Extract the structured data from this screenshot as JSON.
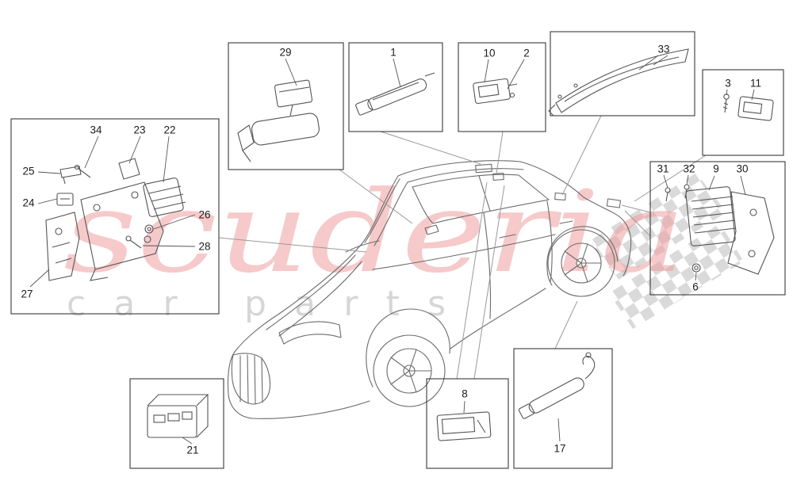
{
  "watermark": {
    "brand_text": "scuderia",
    "sub_text": "car parts",
    "brand_color": "#ee9e9e",
    "sub_color": "#d2d2d2"
  },
  "diagram": {
    "box_border_color": "#3a3a3a",
    "line_color": "#6b6b6b",
    "leader_color": "#9a9a9a"
  },
  "labels": {
    "n1": "1",
    "n2": "2",
    "n3": "3",
    "n6": "6",
    "n8": "8",
    "n9": "9",
    "n10": "10",
    "n11": "11",
    "n17": "17",
    "n21": "21",
    "n22": "22",
    "n23": "23",
    "n24": "24",
    "n25": "25",
    "n26": "26",
    "n27": "27",
    "n28": "28",
    "n29": "29",
    "n30": "30",
    "n31": "31",
    "n32": "32",
    "n33": "33",
    "n34": "34"
  },
  "callouts": [
    {
      "box": "mirror-module",
      "numbers": [
        "29"
      ]
    },
    {
      "box": "roof-sensor-cylinder",
      "numbers": [
        "1"
      ]
    },
    {
      "box": "roof-module",
      "numbers": [
        "10",
        "2"
      ]
    },
    {
      "box": "rear-header-trim",
      "numbers": [
        "33"
      ]
    },
    {
      "box": "trunk-module",
      "numbers": [
        "3",
        "11"
      ]
    },
    {
      "box": "front-bracket-assembly",
      "numbers": [
        "34",
        "23",
        "22",
        "25",
        "24",
        "26",
        "28",
        "27"
      ]
    },
    {
      "box": "rear-ecu-bracket",
      "numbers": [
        "31",
        "32",
        "9",
        "30",
        "6"
      ]
    },
    {
      "box": "control-unit",
      "numbers": [
        "21"
      ]
    },
    {
      "box": "flat-module",
      "numbers": [
        "8"
      ]
    },
    {
      "box": "antenna-amplifier",
      "numbers": [
        "17"
      ]
    }
  ]
}
